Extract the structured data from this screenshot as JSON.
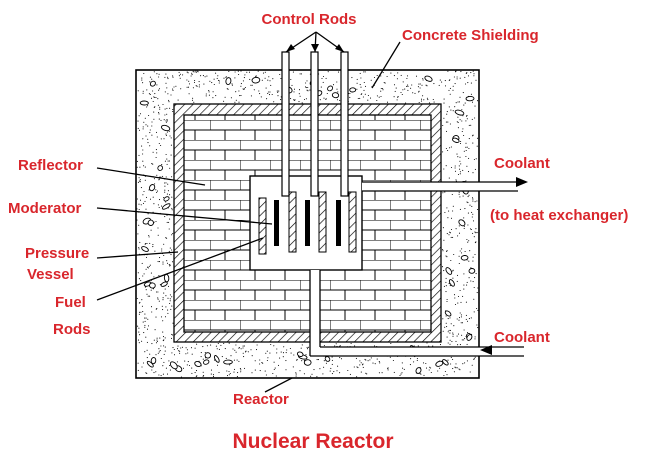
{
  "title": "Nuclear Reactor",
  "labels": {
    "control_rods": "Control Rods",
    "concrete_shielding": "Concrete Shielding",
    "reflector": "Reflector",
    "moderator": "Moderator",
    "pressure_vessel_line1": "Pressure",
    "pressure_vessel_line2": "Vessel",
    "fuel_rods_line1": "Fuel",
    "fuel_rods_line2": "Rods",
    "coolant_out": "Coolant",
    "coolant_out_note": "(to heat exchanger)",
    "coolant_in": "Coolant",
    "reactor": "Reactor"
  },
  "colors": {
    "label": "#d9262c",
    "line": "#000000",
    "background": "#ffffff"
  }
}
